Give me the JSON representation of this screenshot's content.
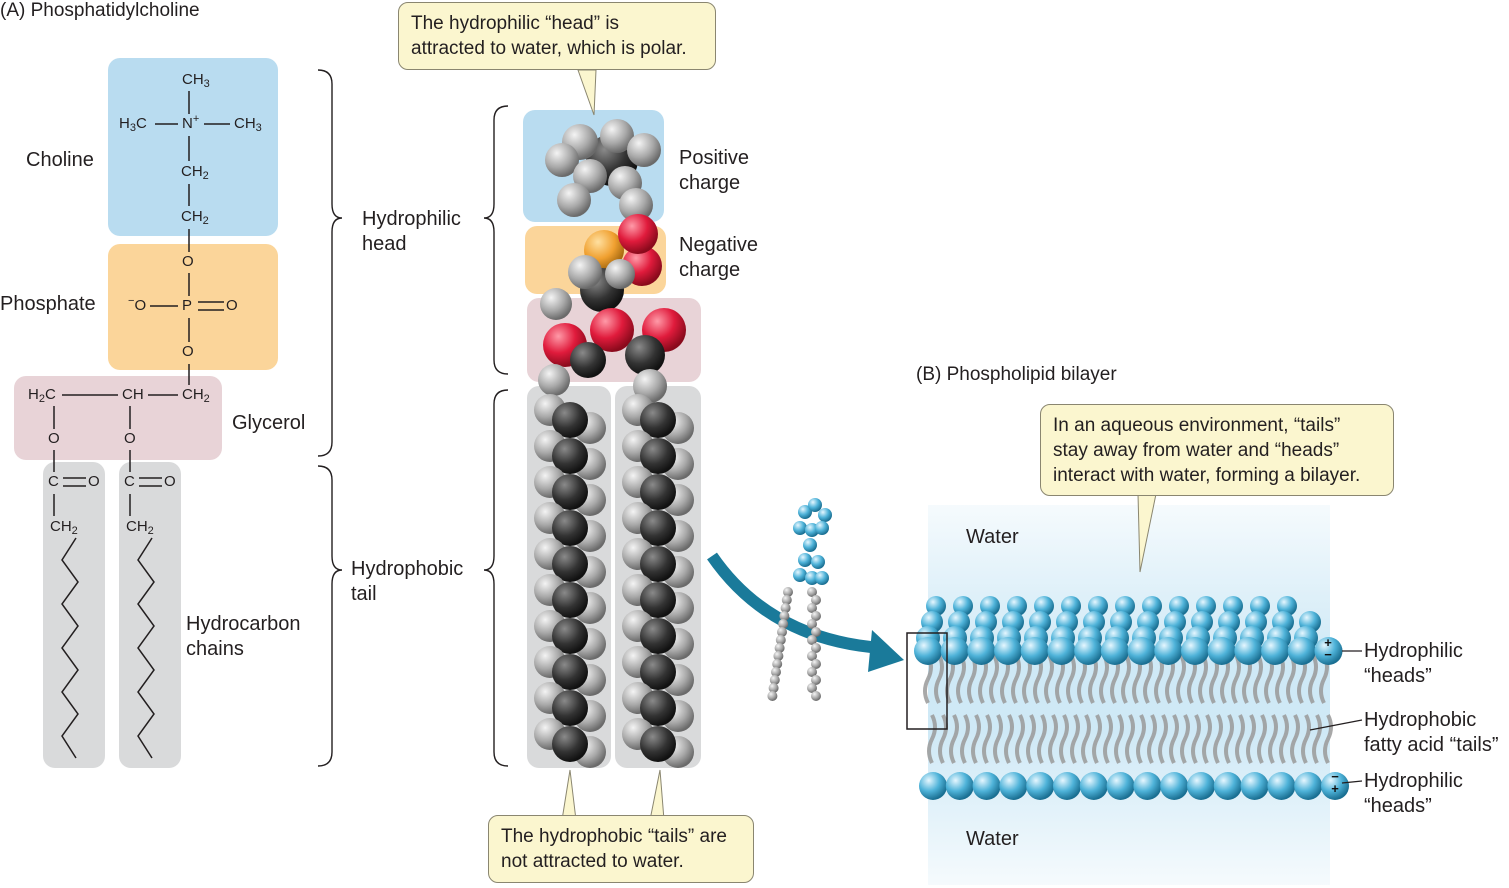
{
  "panel_a": {
    "title": "(A)  Phosphatidylcholine",
    "groups": {
      "choline": "Choline",
      "phosphate": "Phosphate",
      "glycerol": "Glycerol",
      "hydrocarbon": "Hydrocarbon\nchains"
    },
    "formula": {
      "ch3_top": "CH",
      "ch3_sub": "3",
      "h3c": "H",
      "h3c_sub": "3",
      "h3c_c": "C",
      "n": "N",
      "n_charge": "+",
      "ch3_right": "CH",
      "ch3_right_sub": "3",
      "ch2_a": "CH",
      "ch2_a_sub": "2",
      "ch2_b": "CH",
      "ch2_b_sub": "2",
      "o_top": "O",
      "o_minus": "O",
      "minus": "−",
      "p": "P",
      "o_double": "O",
      "o_bottom": "O",
      "h2c": "H",
      "h2c_sub": "2",
      "h2c_c": "C",
      "ch": "CH",
      "ch2_c": "CH",
      "ch2_c_sub": "2",
      "o_left": "O",
      "o_mid": "O",
      "c_left": "C",
      "o_left_double": "O",
      "c_right": "C",
      "o_right_double": "O",
      "ch2_left": "CH",
      "ch2_left_sub": "2",
      "ch2_right": "CH",
      "ch2_right_sub": "2"
    },
    "braces": {
      "hydrophilic_head": "Hydrophilic\nhead",
      "hydrophobic_tail": "Hydrophobic\ntail"
    }
  },
  "space_fill": {
    "positive_charge": "Positive\ncharge",
    "negative_charge": "Negative\ncharge",
    "callout_head": "The hydrophilic “head” is\nattracted to water, which is polar.",
    "callout_tail": "The hydrophobic “tails” are\nnot attracted to water."
  },
  "panel_b": {
    "title": "(B)  Phospholipid bilayer",
    "callout": "In an aqueous environment, “tails”\nstay away from water and “heads”\ninteract with water, forming a bilayer.",
    "water_top": "Water",
    "water_bottom": "Water",
    "heads_top": "Hydrophilic\n“heads”",
    "tails": "Hydrophobic\nfatty acid “tails”",
    "heads_bottom": "Hydrophilic\n“heads”",
    "plus": "+",
    "minus": "−"
  },
  "colors": {
    "choline_box": "#b9dcf0",
    "phosphate_box": "#fbd59a",
    "glycerol_box": "#e8d3d7",
    "chain_box": "#d9dadb",
    "callout_fill": "#fbf6cf",
    "head_blue": "#4fb3d9",
    "water_blue": "#cfe9f6",
    "arrow_teal": "#1a7a9a",
    "oxygen_red": "#e01b3c",
    "phosphorus_orange": "#f0a030",
    "carbon_dark": "#2e2e2e",
    "hydrogen_gray": "#b0b0b0"
  }
}
